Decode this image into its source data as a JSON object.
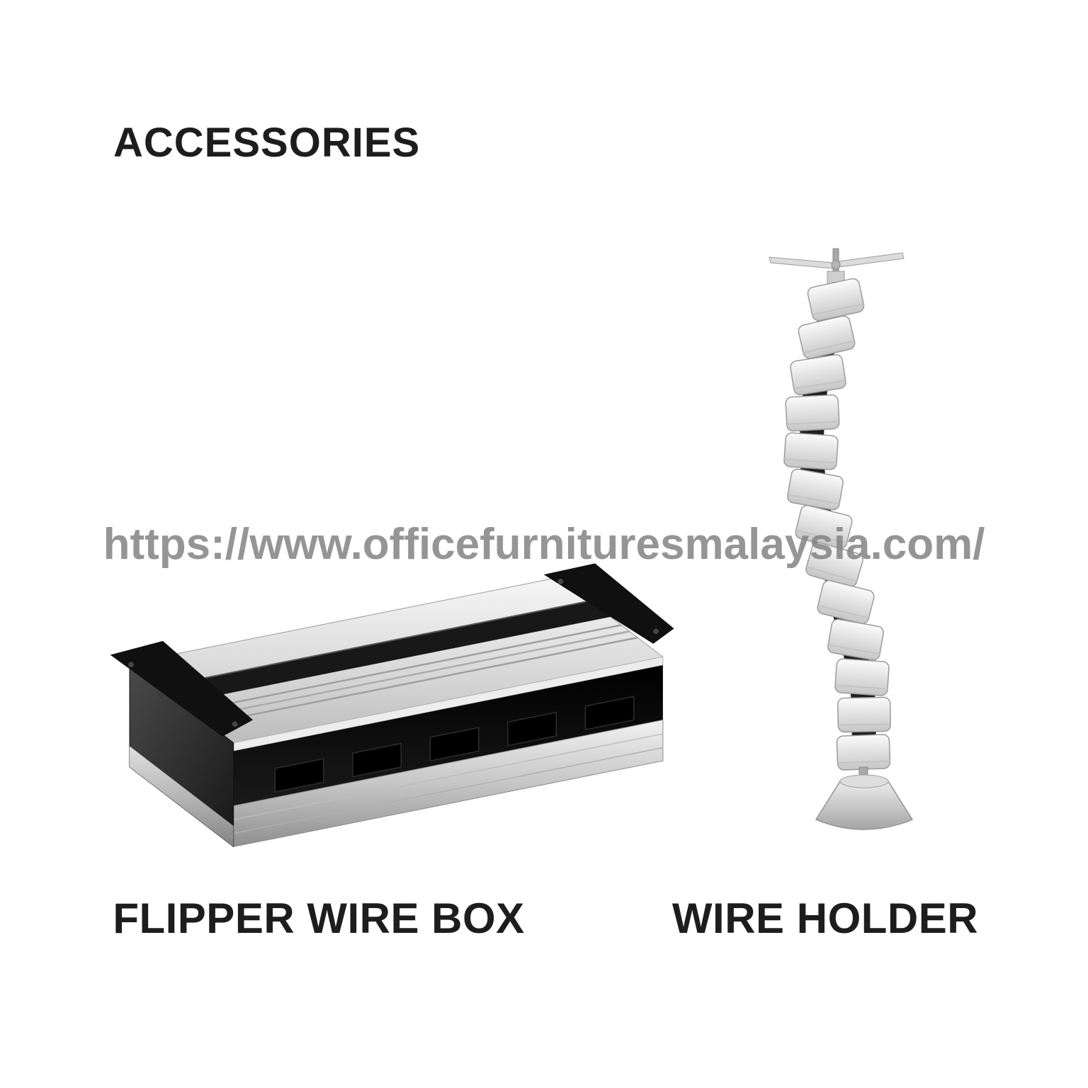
{
  "page": {
    "title": "ACCESSORIES",
    "watermark": "https://www.officefurnituresmalaysia.com/",
    "background": "#ffffff",
    "title_color": "#1d1d1d",
    "watermark_color": "#8d8d8d",
    "label_color": "#1d1d1d"
  },
  "products": [
    {
      "label": "FLIPPER WIRE BOX",
      "image": "flipper-wire-box-3d-render",
      "colors": {
        "metal_light": "#f2f2f2",
        "metal_dark": "#bdbdbd",
        "interior_black": "#0d0d0d",
        "end_cap_black": "#101010"
      }
    },
    {
      "label": "WIRE HOLDER",
      "image": "wire-holder-flexible-spine-3d-render",
      "colors": {
        "segment_light": "#fbfbfb",
        "segment_dark": "#c6c6c6",
        "gap_dark": "#1f1f1f",
        "base_gray": "#ababab"
      }
    }
  ]
}
